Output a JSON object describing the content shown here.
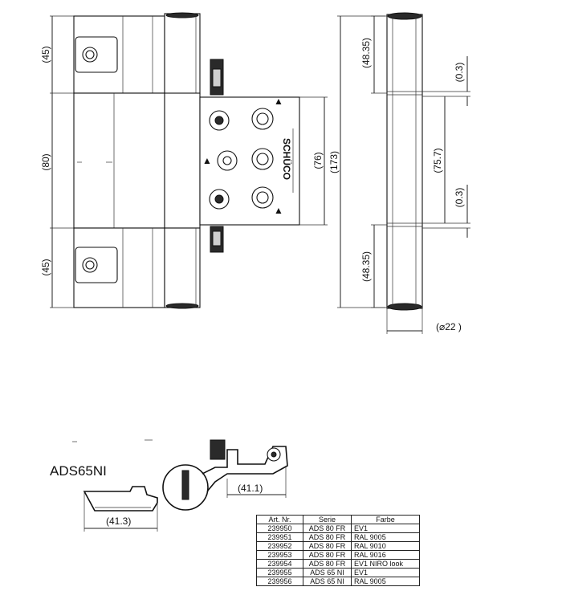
{
  "front_view": {
    "dim_top_leaf": "(45)",
    "dim_middle_leaf": "(80)",
    "dim_bottom_leaf": "(45)",
    "dim_frame_plate": "(76)",
    "dim_overall_height": "(173)",
    "brand_mark": "SCHÜCO",
    "plate_marks": [
      "▲",
      "▲",
      "▲"
    ]
  },
  "side_view": {
    "dim_top_knuckle": "(48.35)",
    "dim_gap_top": "(0.3)",
    "dim_center_knuckle": "(75.7)",
    "dim_gap_bottom": "(0.3)",
    "dim_bottom_knuckle": "(48.35)",
    "dim_diameter": "(⌀22 )"
  },
  "plan_view": {
    "model_label": "ADS65NI",
    "dim_leaf_reach": "(41.3)",
    "dim_frame_reach": "(41.1)"
  },
  "table": {
    "headers": [
      "Art. Nr.",
      "Serie",
      "Farbe"
    ],
    "rows": [
      [
        "239950",
        "ADS 80 FR",
        "EV1"
      ],
      [
        "239951",
        "ADS 80 FR",
        "RAL 9005"
      ],
      [
        "239952",
        "ADS 80 FR",
        "RAL 9010"
      ],
      [
        "239953",
        "ADS 80 FR",
        "RAL 9016"
      ],
      [
        "239954",
        "ADS 80 FR",
        "EV1 NIRO look"
      ],
      [
        "239955",
        "ADS 65 NI",
        "EV1"
      ],
      [
        "239956",
        "ADS 65 NI",
        "RAL 9005"
      ]
    ]
  }
}
